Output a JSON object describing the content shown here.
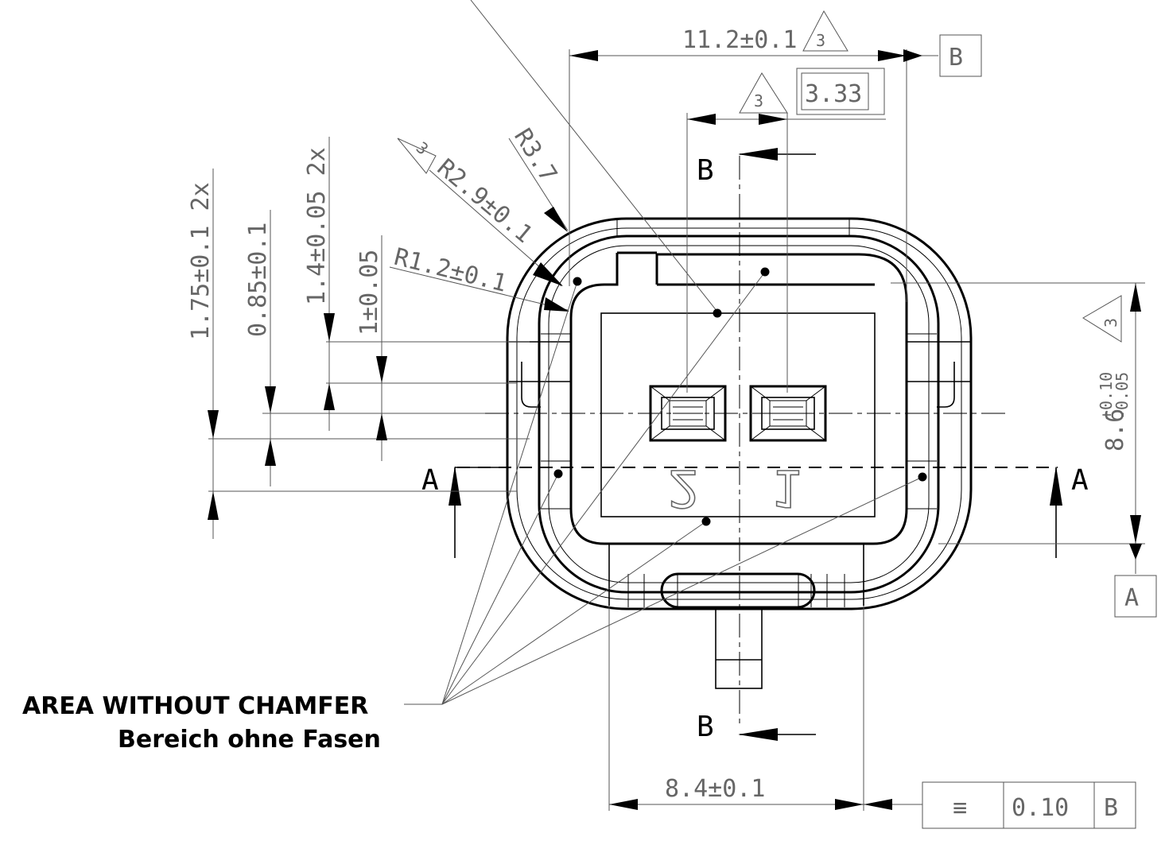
{
  "dimensions": {
    "width_top": "11.2±0.1",
    "pitch_box": "3.33",
    "height_right": "8.6",
    "height_tol_upper": "+0.10",
    "height_tol_lower": "-0.05",
    "width_bottom": "8.4±0.1",
    "d_1_75": "1.75±0.1 2x",
    "d_0_85": "0.85±0.1",
    "d_1_4": "1.4±0.05 2x",
    "d_1": "1±0.05",
    "r_1_2": "R1.2±0.1",
    "r_2_9": "R2.9±0.1",
    "r_3_7": "R3.7"
  },
  "flags": {
    "note_number": "3"
  },
  "datums": {
    "b_top": "B",
    "a_right": "A"
  },
  "sections": {
    "a_left": "A",
    "a_right": "A",
    "b_top": "B",
    "b_bottom": "B"
  },
  "pins": {
    "pin_left": "2",
    "pin_right": "1"
  },
  "tolerance_frame": {
    "symbol": "≡",
    "value": "0.10",
    "datum": "B"
  },
  "notes": {
    "line1": "AREA WITHOUT CHAMFER",
    "line2": "Bereich ohne Fasen"
  }
}
